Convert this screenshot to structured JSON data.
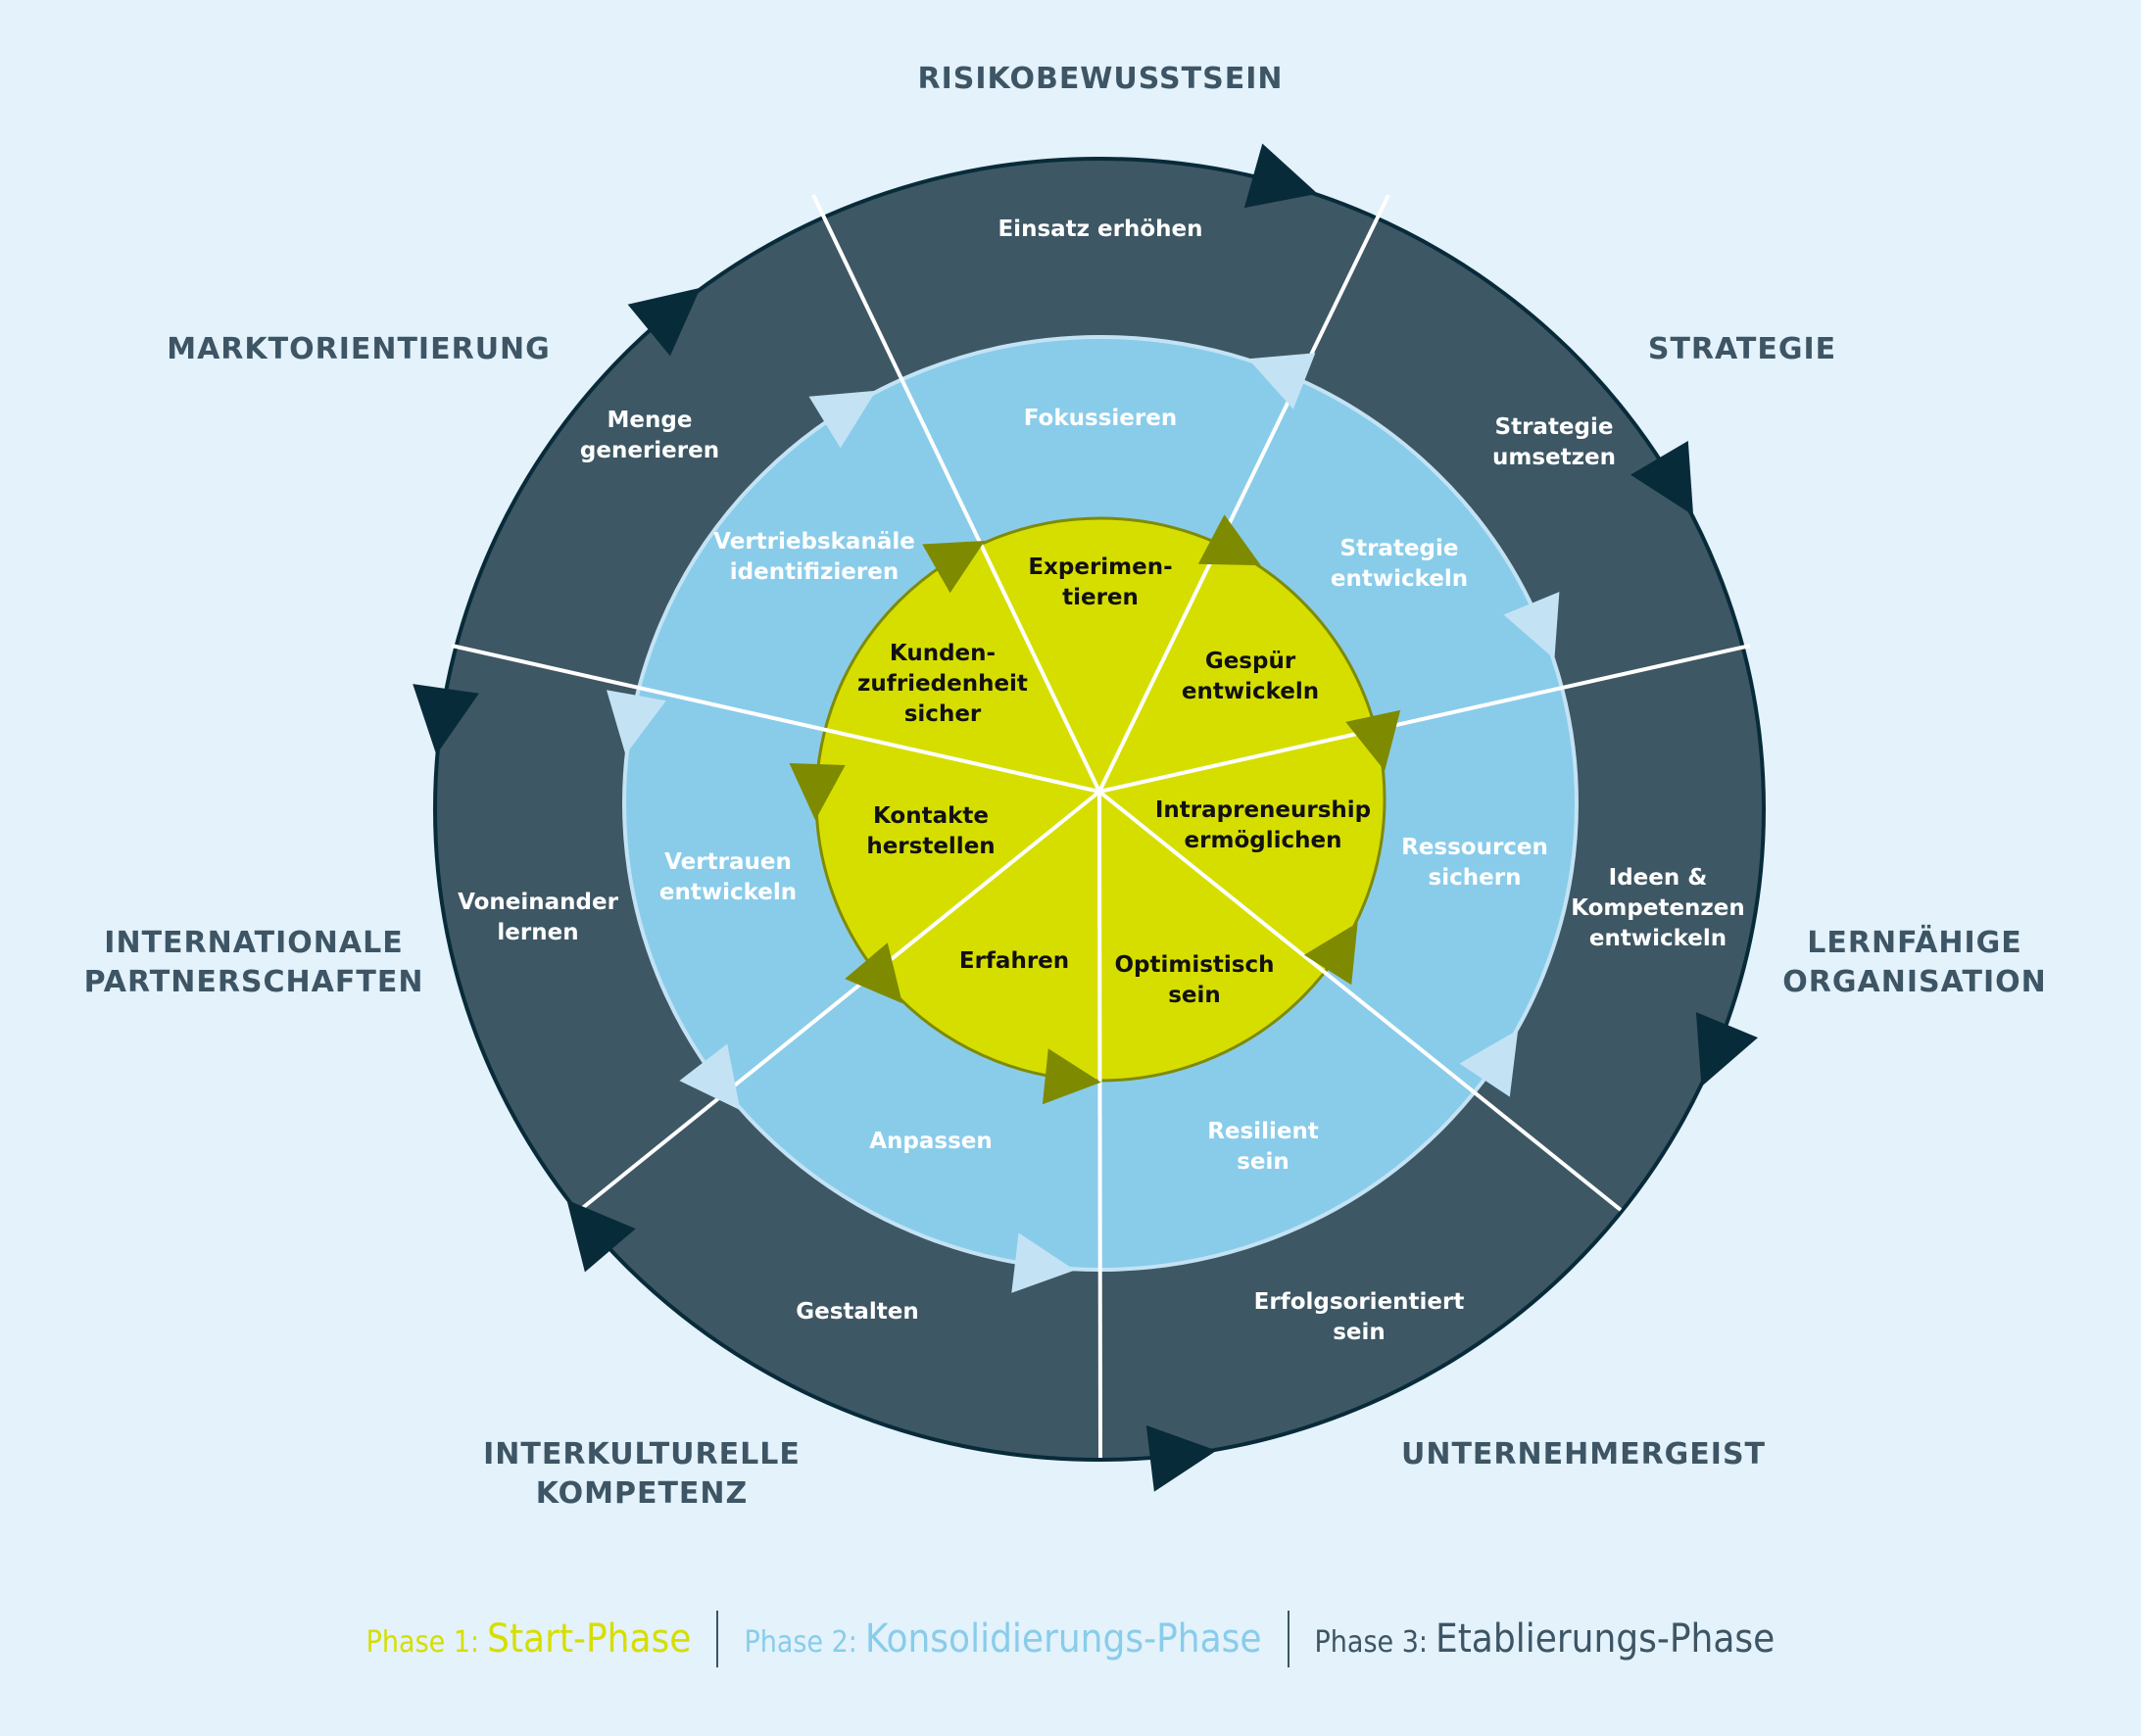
{
  "colors": {
    "background": "#E3F2FB",
    "phase3_ring": "#3E5764",
    "phase2_ring": "#89CCEA",
    "phase1_core": "#D6DE00",
    "outer_arrow": "#082B3A",
    "middle_arrow": "#C3E3F5",
    "inner_arrow": "#7E8A00",
    "category_text": "#3D5564"
  },
  "categories": [
    {
      "lines": [
        "RISIKOBEWUSSTSEIN"
      ]
    },
    {
      "lines": [
        "STRATEGIE"
      ]
    },
    {
      "lines": [
        "LERNFÄHIGE",
        "ORGANISATION"
      ]
    },
    {
      "lines": [
        "UNTERNEHMERGEIST"
      ]
    },
    {
      "lines": [
        "INTERKULTURELLE",
        "KOMPETENZ"
      ]
    },
    {
      "lines": [
        "INTERNATIONALE",
        "PARTNERSCHAFTEN"
      ]
    },
    {
      "lines": [
        "MARKTORIENTIERUNG"
      ]
    }
  ],
  "phase3_outer_ring": [
    {
      "lines": [
        "Einsatz erhöhen"
      ]
    },
    {
      "lines": [
        "Strategie",
        "umsetzen"
      ]
    },
    {
      "lines": [
        "Ideen &",
        "Kompetenzen",
        "entwickeln"
      ]
    },
    {
      "lines": [
        "Erfolgsorientiert",
        "sein"
      ]
    },
    {
      "lines": [
        "Gestalten"
      ]
    },
    {
      "lines": [
        "Voneinander",
        "lernen"
      ]
    },
    {
      "lines": [
        "Menge",
        "generieren"
      ]
    }
  ],
  "phase2_middle_ring": [
    {
      "lines": [
        "Fokussieren"
      ]
    },
    {
      "lines": [
        "Strategie",
        "entwickeln"
      ]
    },
    {
      "lines": [
        "Ressourcen",
        "sichern"
      ]
    },
    {
      "lines": [
        "Resilient",
        "sein"
      ]
    },
    {
      "lines": [
        "Anpassen"
      ]
    },
    {
      "lines": [
        "Vertrauen",
        "entwickeln"
      ]
    },
    {
      "lines": [
        "Vertriebskanäle",
        "identifizieren"
      ]
    }
  ],
  "phase1_core": [
    {
      "lines": [
        "Experimen-",
        "tieren"
      ]
    },
    {
      "lines": [
        "Gespür",
        "entwickeln"
      ]
    },
    {
      "lines": [
        "Intrapreneurship",
        "ermöglichen"
      ]
    },
    {
      "lines": [
        "Optimistisch",
        "sein"
      ]
    },
    {
      "lines": [
        "Erfahren"
      ]
    },
    {
      "lines": [
        "Kontakte",
        "herstellen"
      ]
    },
    {
      "lines": [
        "Kunden-",
        "zufriedenheit",
        "sicher"
      ]
    }
  ],
  "legend": [
    {
      "prefix": "Phase 1:",
      "name": "Start-Phase",
      "color": "#D6DE00"
    },
    {
      "prefix": "Phase 2:",
      "name": "Konsolidierungs-Phase",
      "color": "#89CCEA"
    },
    {
      "prefix": "Phase 3:",
      "name": "Etablierungs-Phase",
      "color": "#3D5564"
    }
  ],
  "arrow_directions": {
    "outer": [
      "cw",
      "cw",
      "cw",
      "ccw",
      "cw",
      "ccw",
      "cw"
    ],
    "middle": [
      "ccw",
      "cw",
      "ccw",
      "ccw",
      "ccw",
      "ccw",
      "cw"
    ],
    "inner": [
      "cw",
      "cw",
      "ccw",
      "ccw",
      "ccw",
      "ccw",
      "cw"
    ]
  }
}
